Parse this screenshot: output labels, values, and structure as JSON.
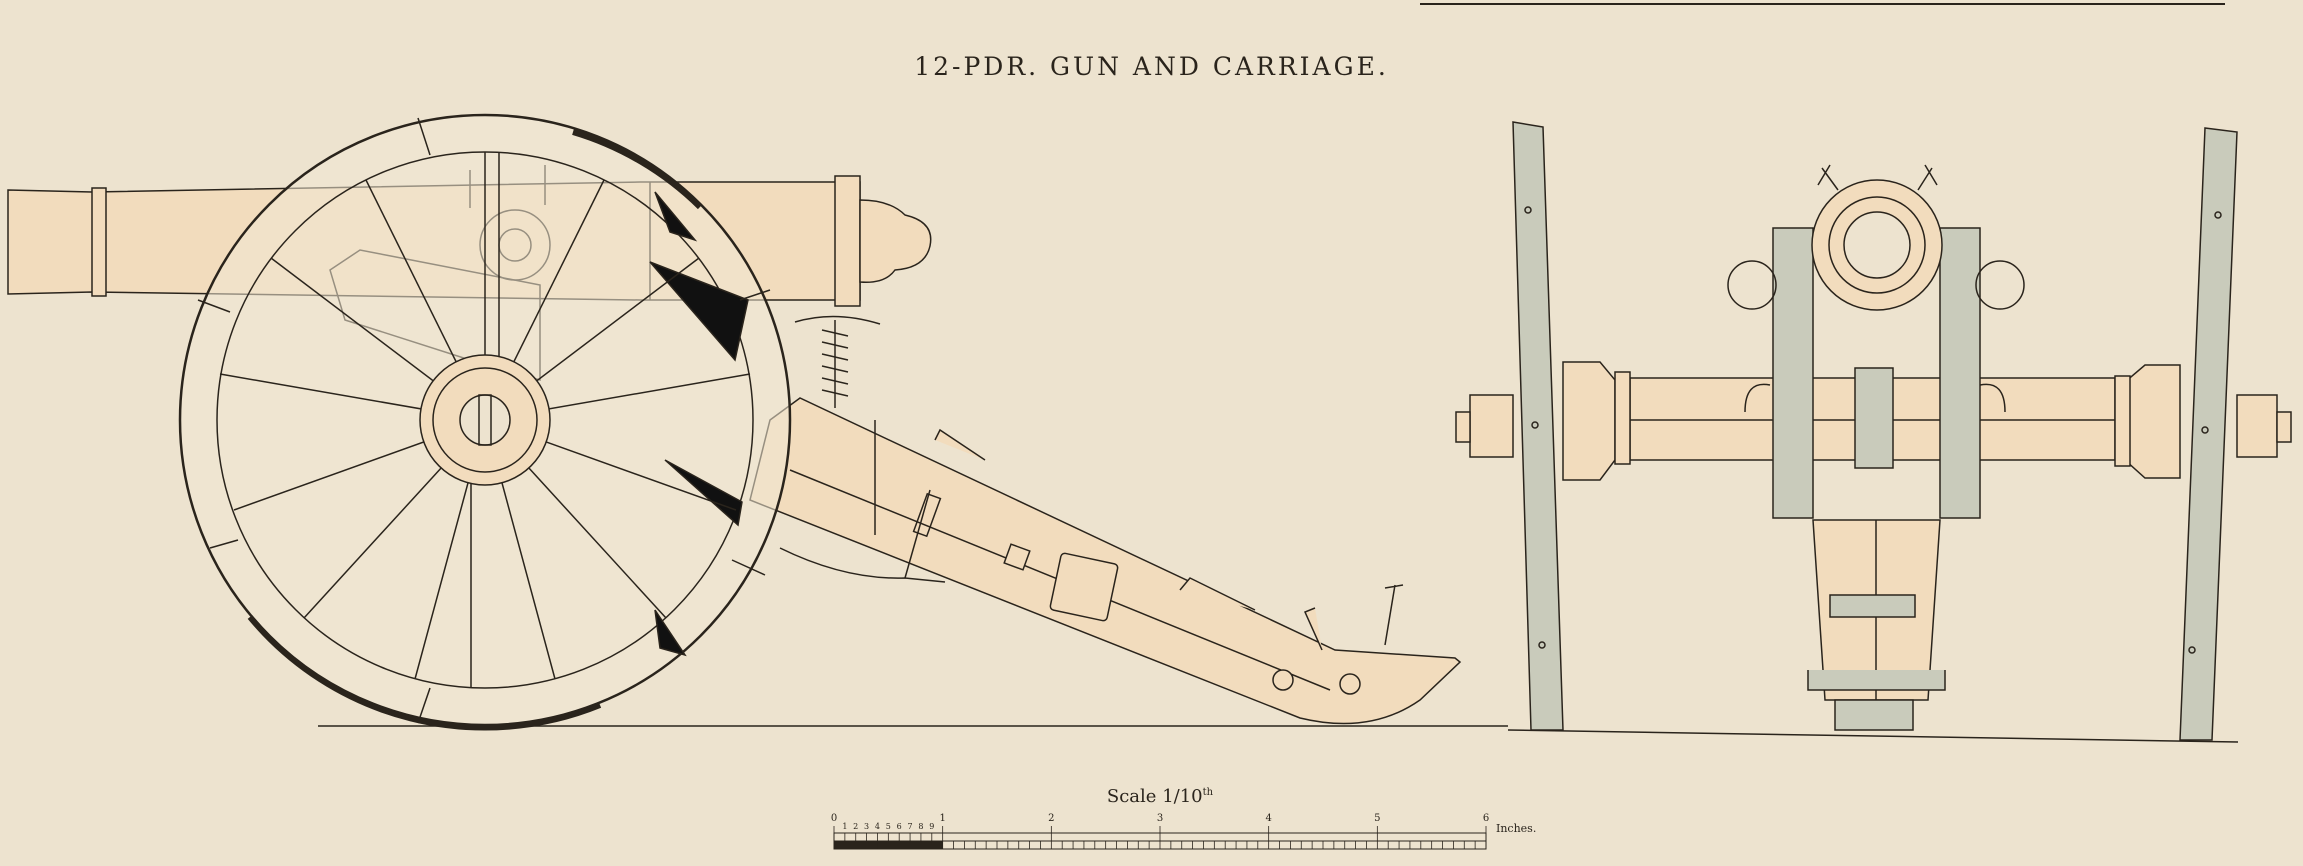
{
  "title": "12-PDR. GUN AND CARRIAGE.",
  "scale": {
    "label": "Scale",
    "ratio_num": "1",
    "ratio_den": "10",
    "ratio_sup": "th",
    "unit": "Inches.",
    "major_ticks": [
      "0",
      "1",
      "2",
      "3",
      "4",
      "5",
      "6"
    ],
    "minor_ticks": [
      "1",
      "2",
      "3",
      "4",
      "5",
      "6",
      "7",
      "8",
      "9"
    ]
  },
  "colors": {
    "paper": "#ede3cf",
    "ink": "#2a241c",
    "gun_wash": "#f2dcbd",
    "iron_wash": "#c9cbbb"
  }
}
